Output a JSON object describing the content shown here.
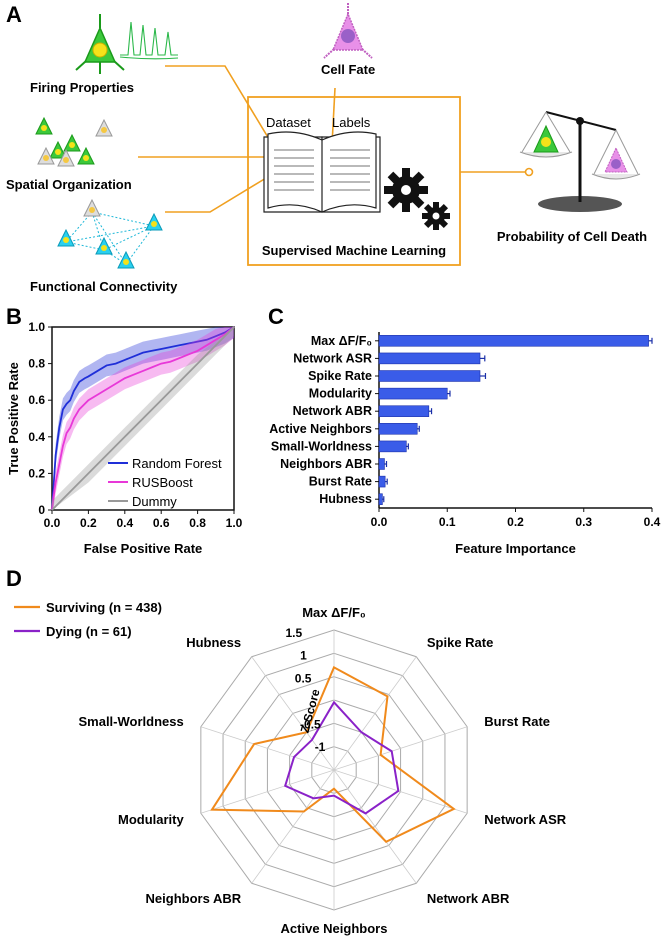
{
  "panel_letters": {
    "a": "A",
    "b": "B",
    "c": "C",
    "d": "D"
  },
  "panel_a": {
    "firing": "Firing Properties",
    "cell_fate": "Cell Fate",
    "spatial": "Spatial Organization",
    "functional": "Functional Connectivity",
    "dataset": "Dataset",
    "labels": "Labels",
    "supervised": "Supervised Machine Learning",
    "probability": "Probability of Cell Death"
  },
  "chart_data": [
    {
      "id": "B",
      "type": "line",
      "xlabel": "False Positive Rate",
      "ylabel": "True Positive Rate",
      "xlim": [
        0,
        1
      ],
      "ylim": [
        0,
        1
      ],
      "xticks": [
        "0.0",
        "0.2",
        "0.4",
        "0.6",
        "0.8",
        "1.0"
      ],
      "yticks": [
        "0",
        "0.2",
        "0.4",
        "0.6",
        "0.8",
        "1.0"
      ],
      "legend_position": "bottom-right",
      "series": [
        {
          "name": "Random Forest",
          "color": "#1f2fd8",
          "x": [
            0,
            0.01,
            0.02,
            0.04,
            0.06,
            0.08,
            0.1,
            0.12,
            0.15,
            0.18,
            0.2,
            0.25,
            0.3,
            0.35,
            0.4,
            0.45,
            0.5,
            0.55,
            0.6,
            0.65,
            0.7,
            0.75,
            0.8,
            0.85,
            0.9,
            0.95,
            1.0
          ],
          "y": [
            0,
            0.15,
            0.3,
            0.45,
            0.55,
            0.58,
            0.6,
            0.65,
            0.7,
            0.72,
            0.73,
            0.76,
            0.79,
            0.8,
            0.82,
            0.84,
            0.86,
            0.87,
            0.88,
            0.89,
            0.9,
            0.91,
            0.92,
            0.93,
            0.95,
            0.97,
            1.0
          ]
        },
        {
          "name": "RUSBoost",
          "color": "#e838d8",
          "x": [
            0,
            0.01,
            0.02,
            0.04,
            0.06,
            0.08,
            0.1,
            0.12,
            0.15,
            0.2,
            0.25,
            0.3,
            0.35,
            0.4,
            0.45,
            0.5,
            0.55,
            0.6,
            0.65,
            0.7,
            0.75,
            0.8,
            0.85,
            0.9,
            0.95,
            1.0
          ],
          "y": [
            0,
            0.08,
            0.15,
            0.25,
            0.35,
            0.42,
            0.45,
            0.5,
            0.55,
            0.6,
            0.63,
            0.66,
            0.69,
            0.72,
            0.74,
            0.76,
            0.78,
            0.8,
            0.81,
            0.83,
            0.85,
            0.87,
            0.9,
            0.93,
            0.96,
            1.0
          ]
        },
        {
          "name": "Dummy",
          "color": "#999999",
          "x": [
            0,
            0.2,
            0.4,
            0.6,
            0.8,
            1.0
          ],
          "y": [
            0,
            0.2,
            0.4,
            0.6,
            0.8,
            1.0
          ]
        }
      ]
    },
    {
      "id": "C",
      "type": "bar",
      "orientation": "horizontal",
      "xlabel": "Feature Importance",
      "xlim": [
        0,
        0.4
      ],
      "xticks": [
        "0.0",
        "0.1",
        "0.2",
        "0.3",
        "0.4"
      ],
      "categories": [
        "Max ΔF/F₀",
        "Network ASR",
        "Spike Rate",
        "Modularity",
        "Network ABR",
        "Active Neighbors",
        "Small-Worldness",
        "Neighbors ABR",
        "Burst Rate",
        "Hubness"
      ],
      "values": [
        0.395,
        0.148,
        0.148,
        0.1,
        0.073,
        0.056,
        0.04,
        0.008,
        0.009,
        0.005
      ],
      "errors": [
        0.005,
        0.007,
        0.008,
        0.004,
        0.004,
        0.003,
        0.003,
        0.003,
        0.003,
        0.002
      ],
      "color": "#3a5ce8"
    },
    {
      "id": "D",
      "type": "radar",
      "axis_label": "Z-Score",
      "rlim": [
        -1.5,
        1.5
      ],
      "rticks": [
        "-1",
        "-0.5",
        "0.5",
        "1",
        "1.5"
      ],
      "rtick_values": [
        -1,
        -0.5,
        0.5,
        1,
        1.5
      ],
      "axes": [
        "Max ΔF/F₀",
        "Spike Rate",
        "Burst Rate",
        "Network ASR",
        "Network ABR",
        "Active Neighbors",
        "Neighbors ABR",
        "Modularity",
        "Small-Worldness",
        "Hubness"
      ],
      "series": [
        {
          "name": "Surviving (n = 438)",
          "color": "#f08a1c",
          "values": [
            0.7,
            0.45,
            -0.45,
            1.2,
            0.4,
            -1.1,
            -0.4,
            1.25,
            0.3,
            -0.5
          ]
        },
        {
          "name": "Dying (n = 61)",
          "color": "#8a22c8",
          "values": [
            -0.05,
            -0.5,
            -0.2,
            -0.05,
            -0.35,
            -0.95,
            -0.75,
            -0.4,
            -0.6,
            -0.7
          ]
        }
      ]
    }
  ]
}
